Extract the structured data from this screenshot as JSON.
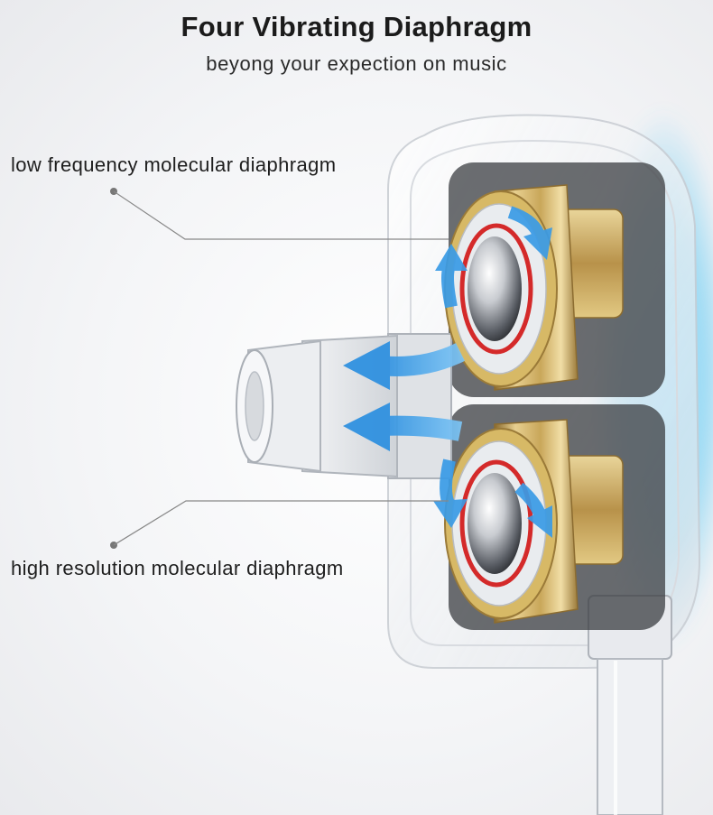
{
  "header": {
    "title": "Four Vibrating Diaphragm",
    "subtitle": "beyong your expection on music"
  },
  "callouts": {
    "low": "low frequency molecular diaphragm",
    "high": "high resolution molecular diaphragm"
  },
  "colors": {
    "accent_arrow": "#2b8fe0",
    "driver_gold": "#c9a75a",
    "diaphragm_ring": "#d42a2a",
    "glow": "#5ec8f2"
  },
  "icons": [
    "earphone-illustration",
    "sound-flow-arrow-icon",
    "leader-dot-icon"
  ]
}
